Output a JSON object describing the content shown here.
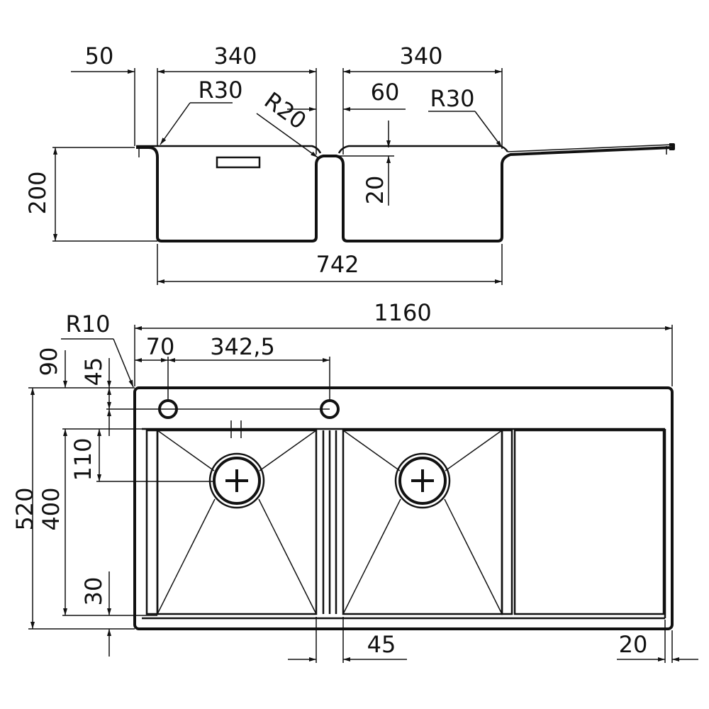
{
  "section_view": {
    "dims": {
      "left_rim": "50",
      "bowl1_width": "340",
      "bowl2_width": "340",
      "radius_outer_left": "R30",
      "radius_middle": "R20",
      "gap": "60",
      "radius_outer_right": "R30",
      "depth": "200",
      "middle_drop": "20",
      "overall_bowls": "742"
    }
  },
  "plan_view": {
    "dims": {
      "overall_width": "1160",
      "corner_radius": "R10",
      "tap_offset": "70",
      "tap_spacing": "342,5",
      "top_margin": "90",
      "tap_hole_row": "45",
      "drain_offset": "110",
      "overall_depth": "520",
      "bowl_depth": "400",
      "bottom_margin": "30",
      "divider_width": "45",
      "right_margin": "20"
    }
  }
}
